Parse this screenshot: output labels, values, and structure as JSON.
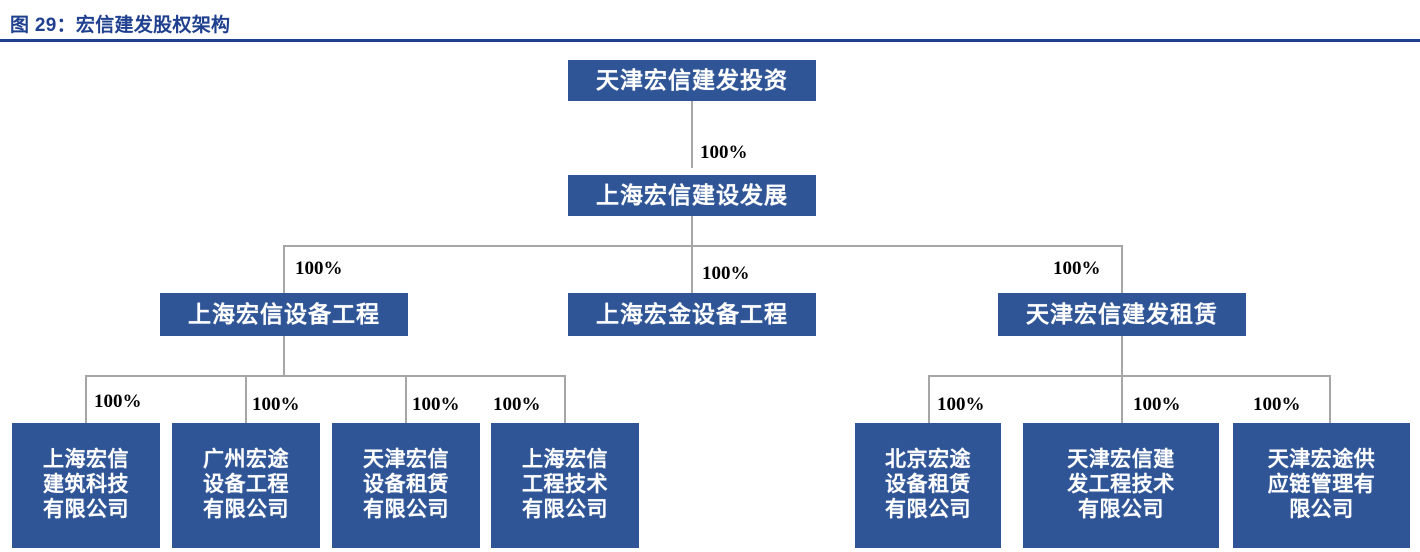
{
  "figure": {
    "title": "图 29：宏信建发股权架构",
    "accent_color": "#1f3f8f",
    "node_color": "#2f5597",
    "connector_color": "#a6a6a6",
    "node_text_color": "#ffffff"
  },
  "nodes": {
    "root": "天津宏信建发投资",
    "level2": "上海宏信建设发展",
    "level3": [
      "上海宏信设备工程",
      "上海宏金设备工程",
      "天津宏信建发租赁"
    ],
    "leaves_left": [
      "上海宏信建筑科技有限公司",
      "广州宏途设备工程有限公司",
      "天津宏信设备租赁有限公司",
      "上海宏信工程技术有限公司"
    ],
    "leaves_right": [
      "北京宏途设备租赁有限公司",
      "天津宏信建发工程技术有限公司",
      "天津宏途供应链管理有限公司"
    ]
  },
  "leaf_lines": {
    "left": [
      [
        "上海宏信",
        "建筑科技",
        "有限公司"
      ],
      [
        "广州宏途",
        "设备工程",
        "有限公司"
      ],
      [
        "天津宏信",
        "设备租赁",
        "有限公司"
      ],
      [
        "上海宏信",
        "工程技术",
        "有限公司"
      ]
    ],
    "right": [
      [
        "北京宏途",
        "设备租赁",
        "有限公司"
      ],
      [
        "天津宏信建",
        "发工程技术",
        "有限公司"
      ],
      [
        "天津宏途供",
        "应链管理有",
        "限公司"
      ]
    ]
  },
  "percents": {
    "root_to_level2": "100%",
    "level2_to_level3": [
      "100%",
      "100%",
      "100%"
    ],
    "level3_to_leaves_left": [
      "100%",
      "100%",
      "100%",
      "100%"
    ],
    "level3_to_leaves_right": [
      "100%",
      "100%",
      "100%"
    ]
  }
}
